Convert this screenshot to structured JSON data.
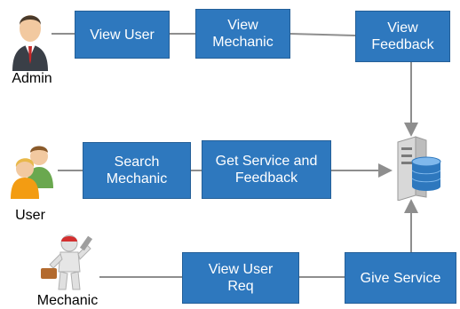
{
  "actors": {
    "admin": {
      "label": "Admin",
      "icon": "businessman-icon"
    },
    "user": {
      "label": "User",
      "icon": "users-icon"
    },
    "mechanic": {
      "label": "Mechanic",
      "icon": "mechanic-with-wrench-icon"
    }
  },
  "boxes": {
    "view_user": "View User",
    "view_mechanic": "View\nMechanic",
    "view_feedback": "View\nFeedback",
    "search_mechanic": "Search\nMechanic",
    "get_service_feedback": "Get Service and\nFeedback",
    "view_user_req": "View User\nReq",
    "give_service": "Give Service"
  },
  "database": {
    "icon": "database-server-icon"
  },
  "colors": {
    "box_fill": "#2e78be",
    "connector": "#8e8e8e"
  }
}
